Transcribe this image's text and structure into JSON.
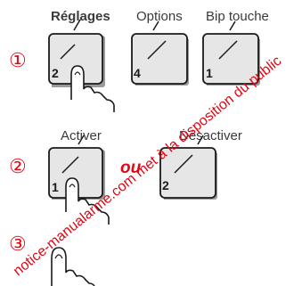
{
  "row1": {
    "step": "①",
    "buttons": [
      {
        "label": "Réglages",
        "key": "2"
      },
      {
        "label": "Options",
        "key": "4"
      },
      {
        "label": "Bip touche",
        "key": "1"
      }
    ]
  },
  "row2": {
    "step": "②",
    "buttons": [
      {
        "label": "Activer",
        "key": "1"
      },
      {
        "label": "Désactiver",
        "key": "2"
      }
    ],
    "or_label": "ou"
  },
  "row3": {
    "step": "③"
  },
  "watermark": "notice-manualarme.com met à la disposition du public",
  "colors": {
    "accent": "#e30613",
    "text": "#3a3a3a",
    "key_fill": "#e6e6e6",
    "key_stroke": "#1a1a1a"
  },
  "icons": {
    "finger": "pointing-finger-icon",
    "key": "keypad-button-icon"
  }
}
